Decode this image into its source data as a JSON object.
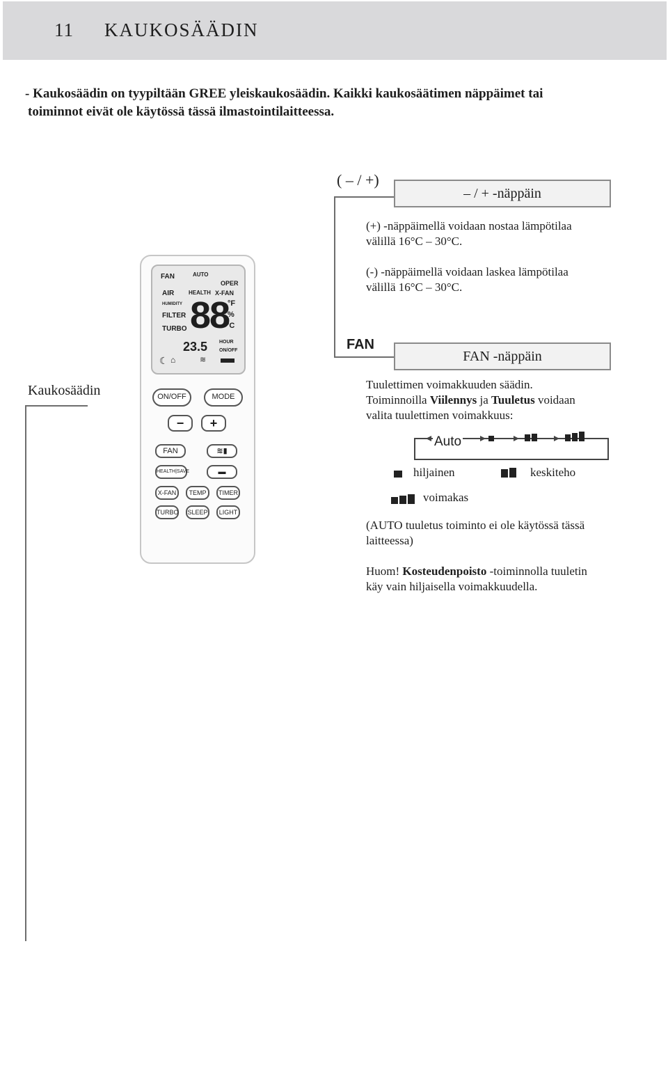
{
  "header": {
    "number": "11",
    "title": "KAUKOSÄÄDIN"
  },
  "intro": {
    "line1": "- Kaukosäädin on tyypiltään GREE yleiskaukosäädin. Kaikki kaukosäätimen näppäimet tai",
    "line2": "toiminnot eivät ole käytössä tässä ilmastointilaitteessa."
  },
  "remote": {
    "label": "Kaukosäädin",
    "lcd": {
      "fan": "FAN",
      "auto": "AUTO",
      "oper": "OPER",
      "air": "AIR",
      "health": "HEALTH",
      "xfan": "X-FAN",
      "humidity": "HUMIDITY",
      "filter": "FILTER",
      "turbo": "TURBO",
      "digits": "88",
      "f": "°F",
      "pct": "%",
      "c": "°C",
      "hour": "HOUR",
      "onoff": "ON/OFF",
      "small": "23.5"
    },
    "buttons": {
      "onoff": "ON/OFF",
      "mode": "MODE",
      "minus": "−",
      "plus": "+",
      "fan": "FAN",
      "health_save": "HEALTH|SAVE",
      "xfan": "X-FAN",
      "temp": "TEMP",
      "timer": "TIMER",
      "turbo": "TURBO",
      "sleep": "SLEEP",
      "light": "LIGHT"
    }
  },
  "plusminus": {
    "tag": "( – / +)",
    "title": "– / + -näppäin",
    "p1a": "(+) -näppäimellä voidaan nostaa lämpötilaa",
    "p1b": "välillä 16°C – 30°C.",
    "p2a": "(-) -näppäimellä voidaan laskea lämpötilaa",
    "p2b": "välillä 16°C – 30°C."
  },
  "fan": {
    "tag": "FAN",
    "title": "FAN -näppäin",
    "l1": "Tuulettimen voimakkuuden säädin.",
    "l2a": "Toiminnoilla ",
    "l2b": "Viilennys",
    "l2c": " ja ",
    "l2d": "Tuuletus",
    "l2e": " voidaan",
    "l3": "valita tuulettimen voimakkuus:",
    "auto": "Auto",
    "low": "hiljainen",
    "mid": "keskiteho",
    "high": "voimakas",
    "note1": "(AUTO tuuletus toiminto ei ole käytössä tässä",
    "note2": "laitteessa)",
    "huom_a": "Huom! ",
    "huom_b": "Kosteudenpoisto",
    "huom_c": " -toiminnolla tuuletin",
    "huom_d": "käy vain hiljaisella voimakkuudella."
  }
}
